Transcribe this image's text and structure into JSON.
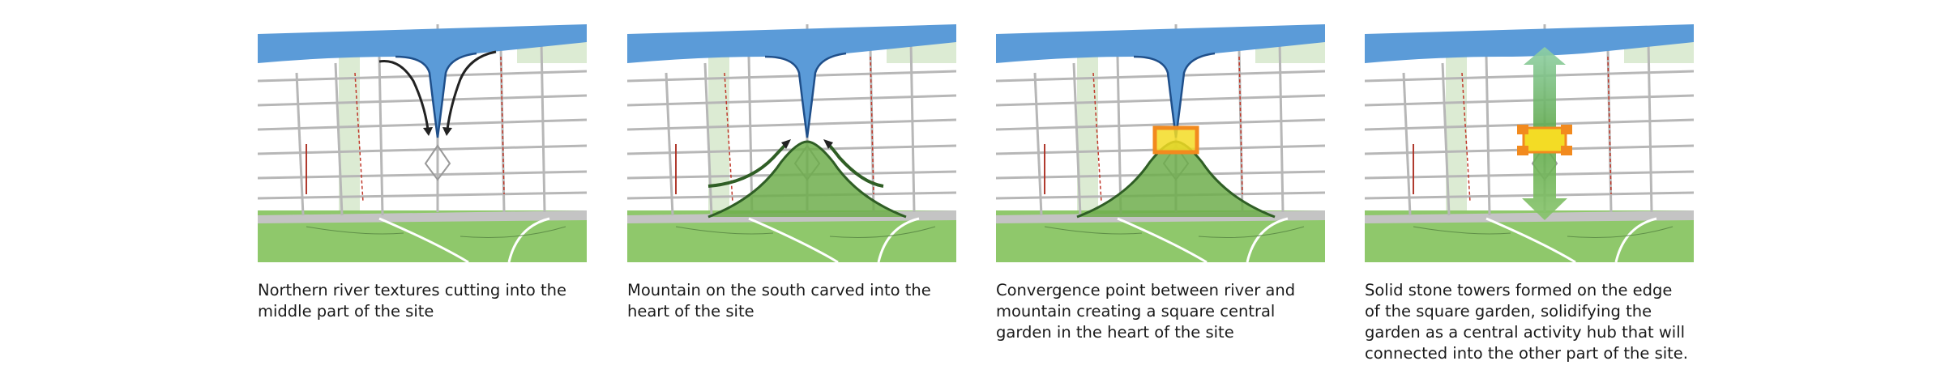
{
  "panels": [
    {
      "id": "river",
      "caption": "Northern river textures cutting into the\nmiddle part of the site"
    },
    {
      "id": "mountain",
      "caption": "Mountain on the south carved into the\nheart of the site"
    },
    {
      "id": "convergence",
      "caption": "Convergence point between river and\nmountain creating a square central\ngarden in the heart of the site"
    },
    {
      "id": "towers",
      "caption": "Solid stone towers formed on the edge\nof the square garden, solidifying the\ngarden as a central activity hub that will\nconnected into the other part of the site."
    }
  ],
  "colors": {
    "river": "#5b9bd8",
    "river_dark": "#1f4f8a",
    "park": "#8fc86b",
    "mountain": "#6fae4c",
    "mountain_dark": "#2f5e25",
    "garden_orange": "#f28a1e",
    "garden_yellow": "#f3dc25",
    "road": "#b7b7b7",
    "grid_green": "#dcebd3"
  }
}
